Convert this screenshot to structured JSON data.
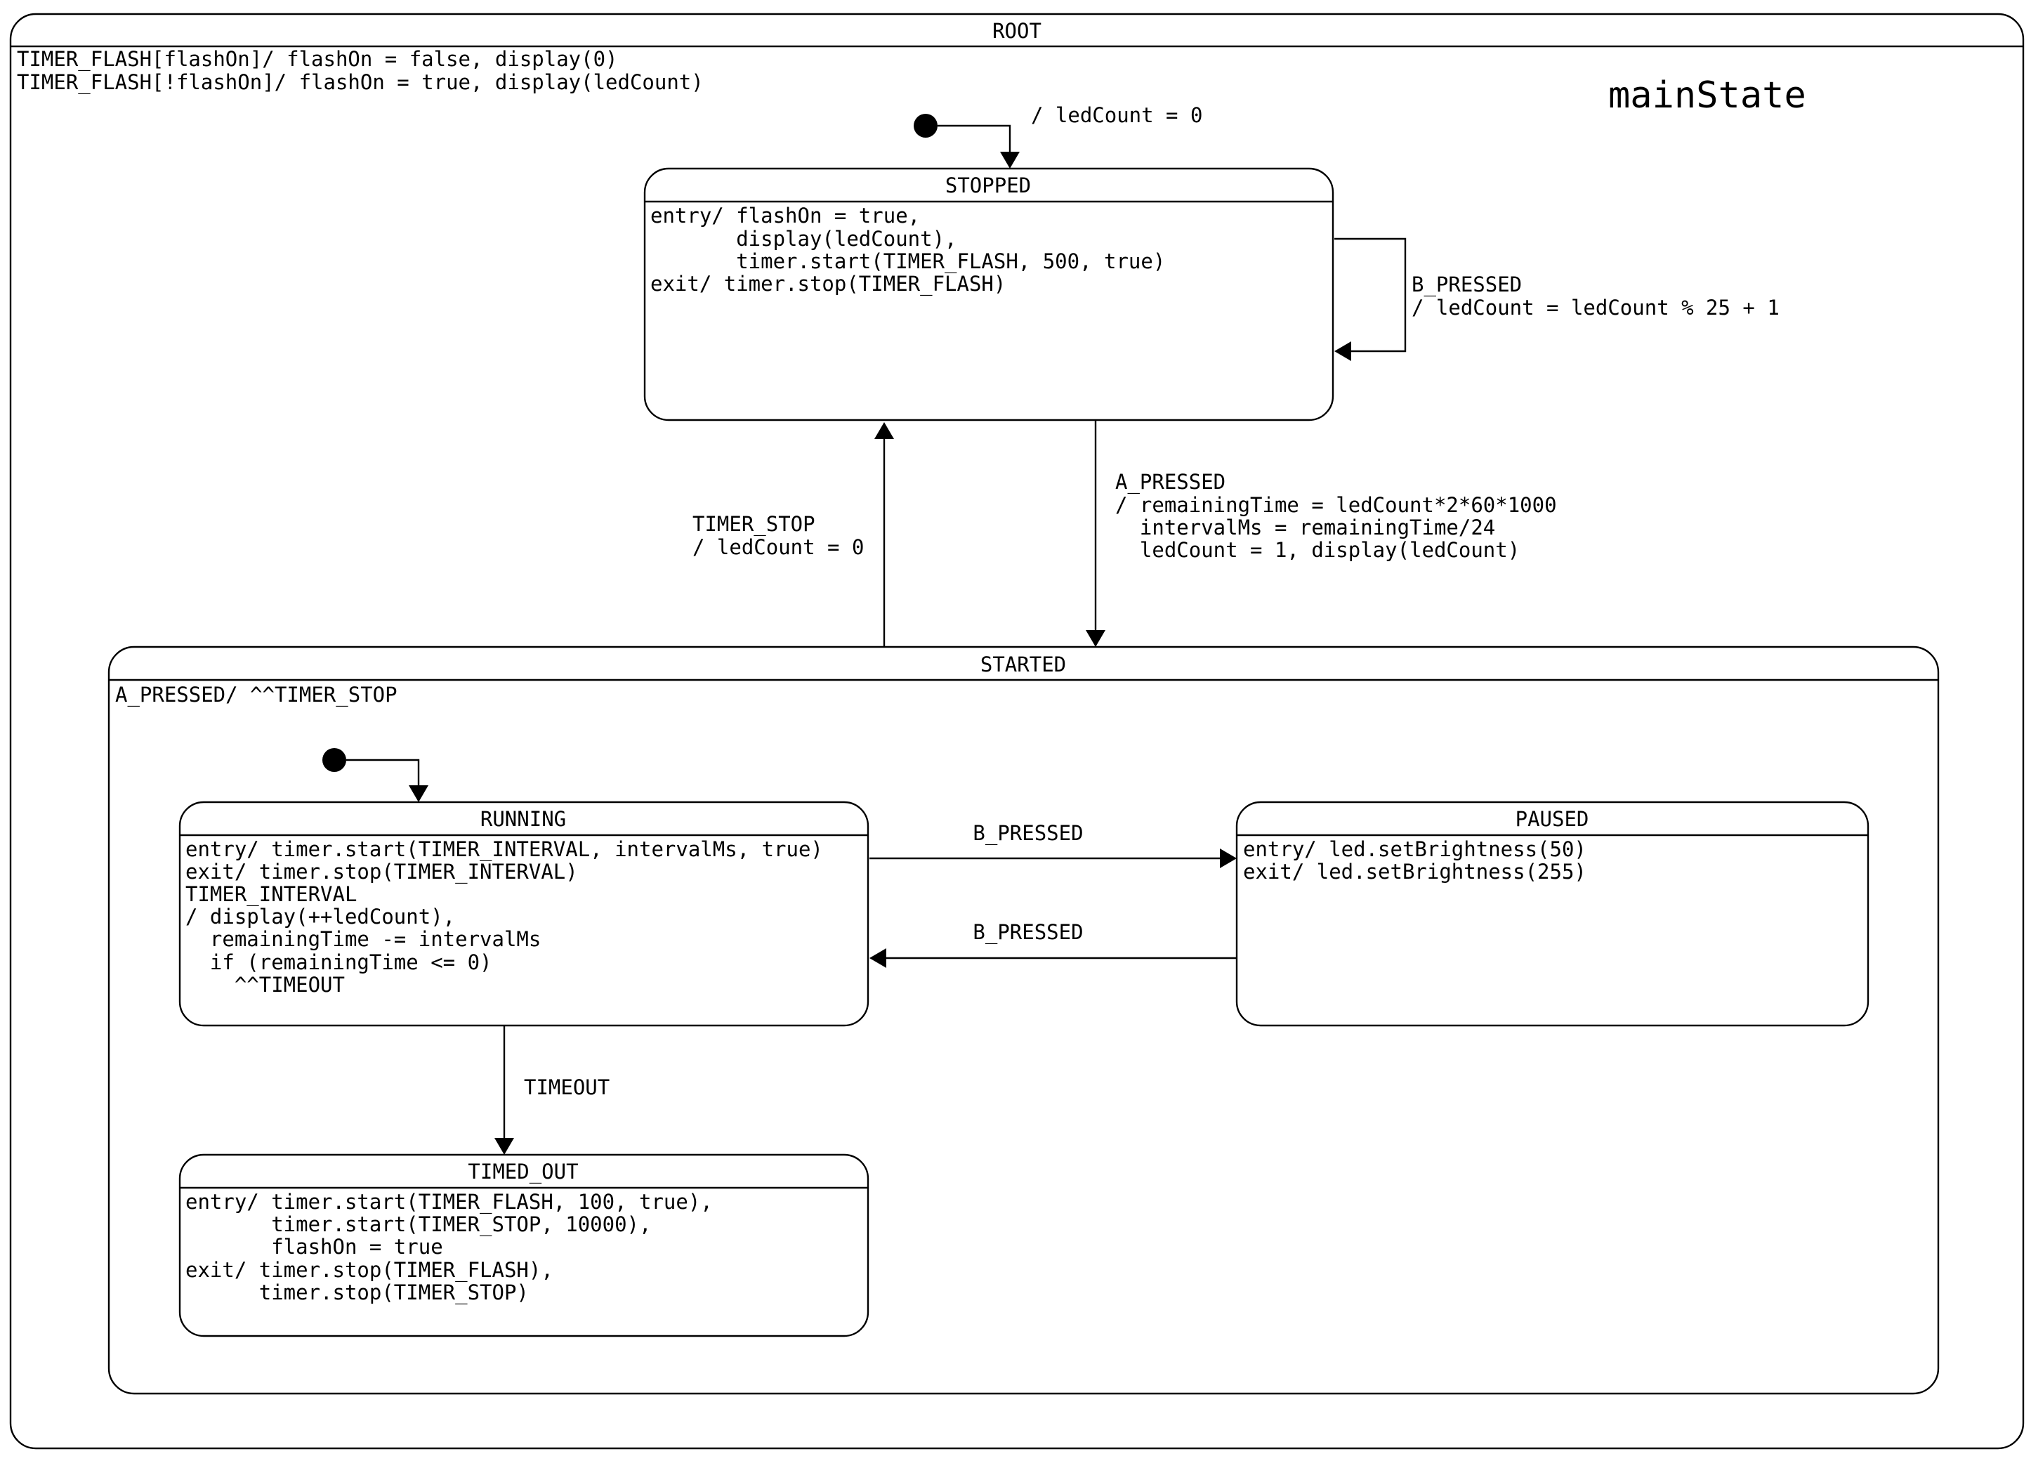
{
  "diagram_title": "mainState",
  "root": {
    "name": "ROOT",
    "internal": [
      "TIMER_FLASH[flashOn]/ flashOn = false, display(0)",
      "TIMER_FLASH[!flashOn]/ flashOn = true, display(ledCount)"
    ]
  },
  "initial_root_label": "/ ledCount = 0",
  "stopped": {
    "name": "STOPPED",
    "lines": [
      "entry/ flashOn = true,",
      "       display(ledCount),",
      "       timer.start(TIMER_FLASH, 500, true)",
      "exit/ timer.stop(TIMER_FLASH)"
    ]
  },
  "self_b_pressed": [
    "B_PRESSED",
    "/ ledCount = ledCount % 25 + 1"
  ],
  "to_started": [
    "A_PRESSED",
    "/ remainingTime = ledCount*2*60*1000",
    "  intervalMs = remainingTime/24",
    "  ledCount = 1, display(ledCount)"
  ],
  "to_stopped": [
    "TIMER_STOP",
    "/ ledCount = 0"
  ],
  "started": {
    "name": "STARTED",
    "internal": "A_PRESSED/ ^^TIMER_STOP"
  },
  "running": {
    "name": "RUNNING",
    "lines": [
      "entry/ timer.start(TIMER_INTERVAL, intervalMs, true)",
      "exit/ timer.stop(TIMER_INTERVAL)",
      "TIMER_INTERVAL",
      "/ display(++ledCount),",
      "  remainingTime -= intervalMs",
      "  if (remainingTime <= 0)",
      "    ^^TIMEOUT"
    ]
  },
  "paused": {
    "name": "PAUSED",
    "lines": [
      "entry/ led.setBrightness(50)",
      "exit/ led.setBrightness(255)"
    ]
  },
  "timed_out": {
    "name": "TIMED_OUT",
    "lines": [
      "entry/ timer.start(TIMER_FLASH, 100, true),",
      "       timer.start(TIMER_STOP, 10000),",
      "       flashOn = true",
      "exit/ timer.stop(TIMER_FLASH),",
      "      timer.stop(TIMER_STOP)"
    ]
  },
  "run_to_paused": "B_PRESSED",
  "paused_to_run": "B_PRESSED",
  "timeout_label": "TIMEOUT"
}
